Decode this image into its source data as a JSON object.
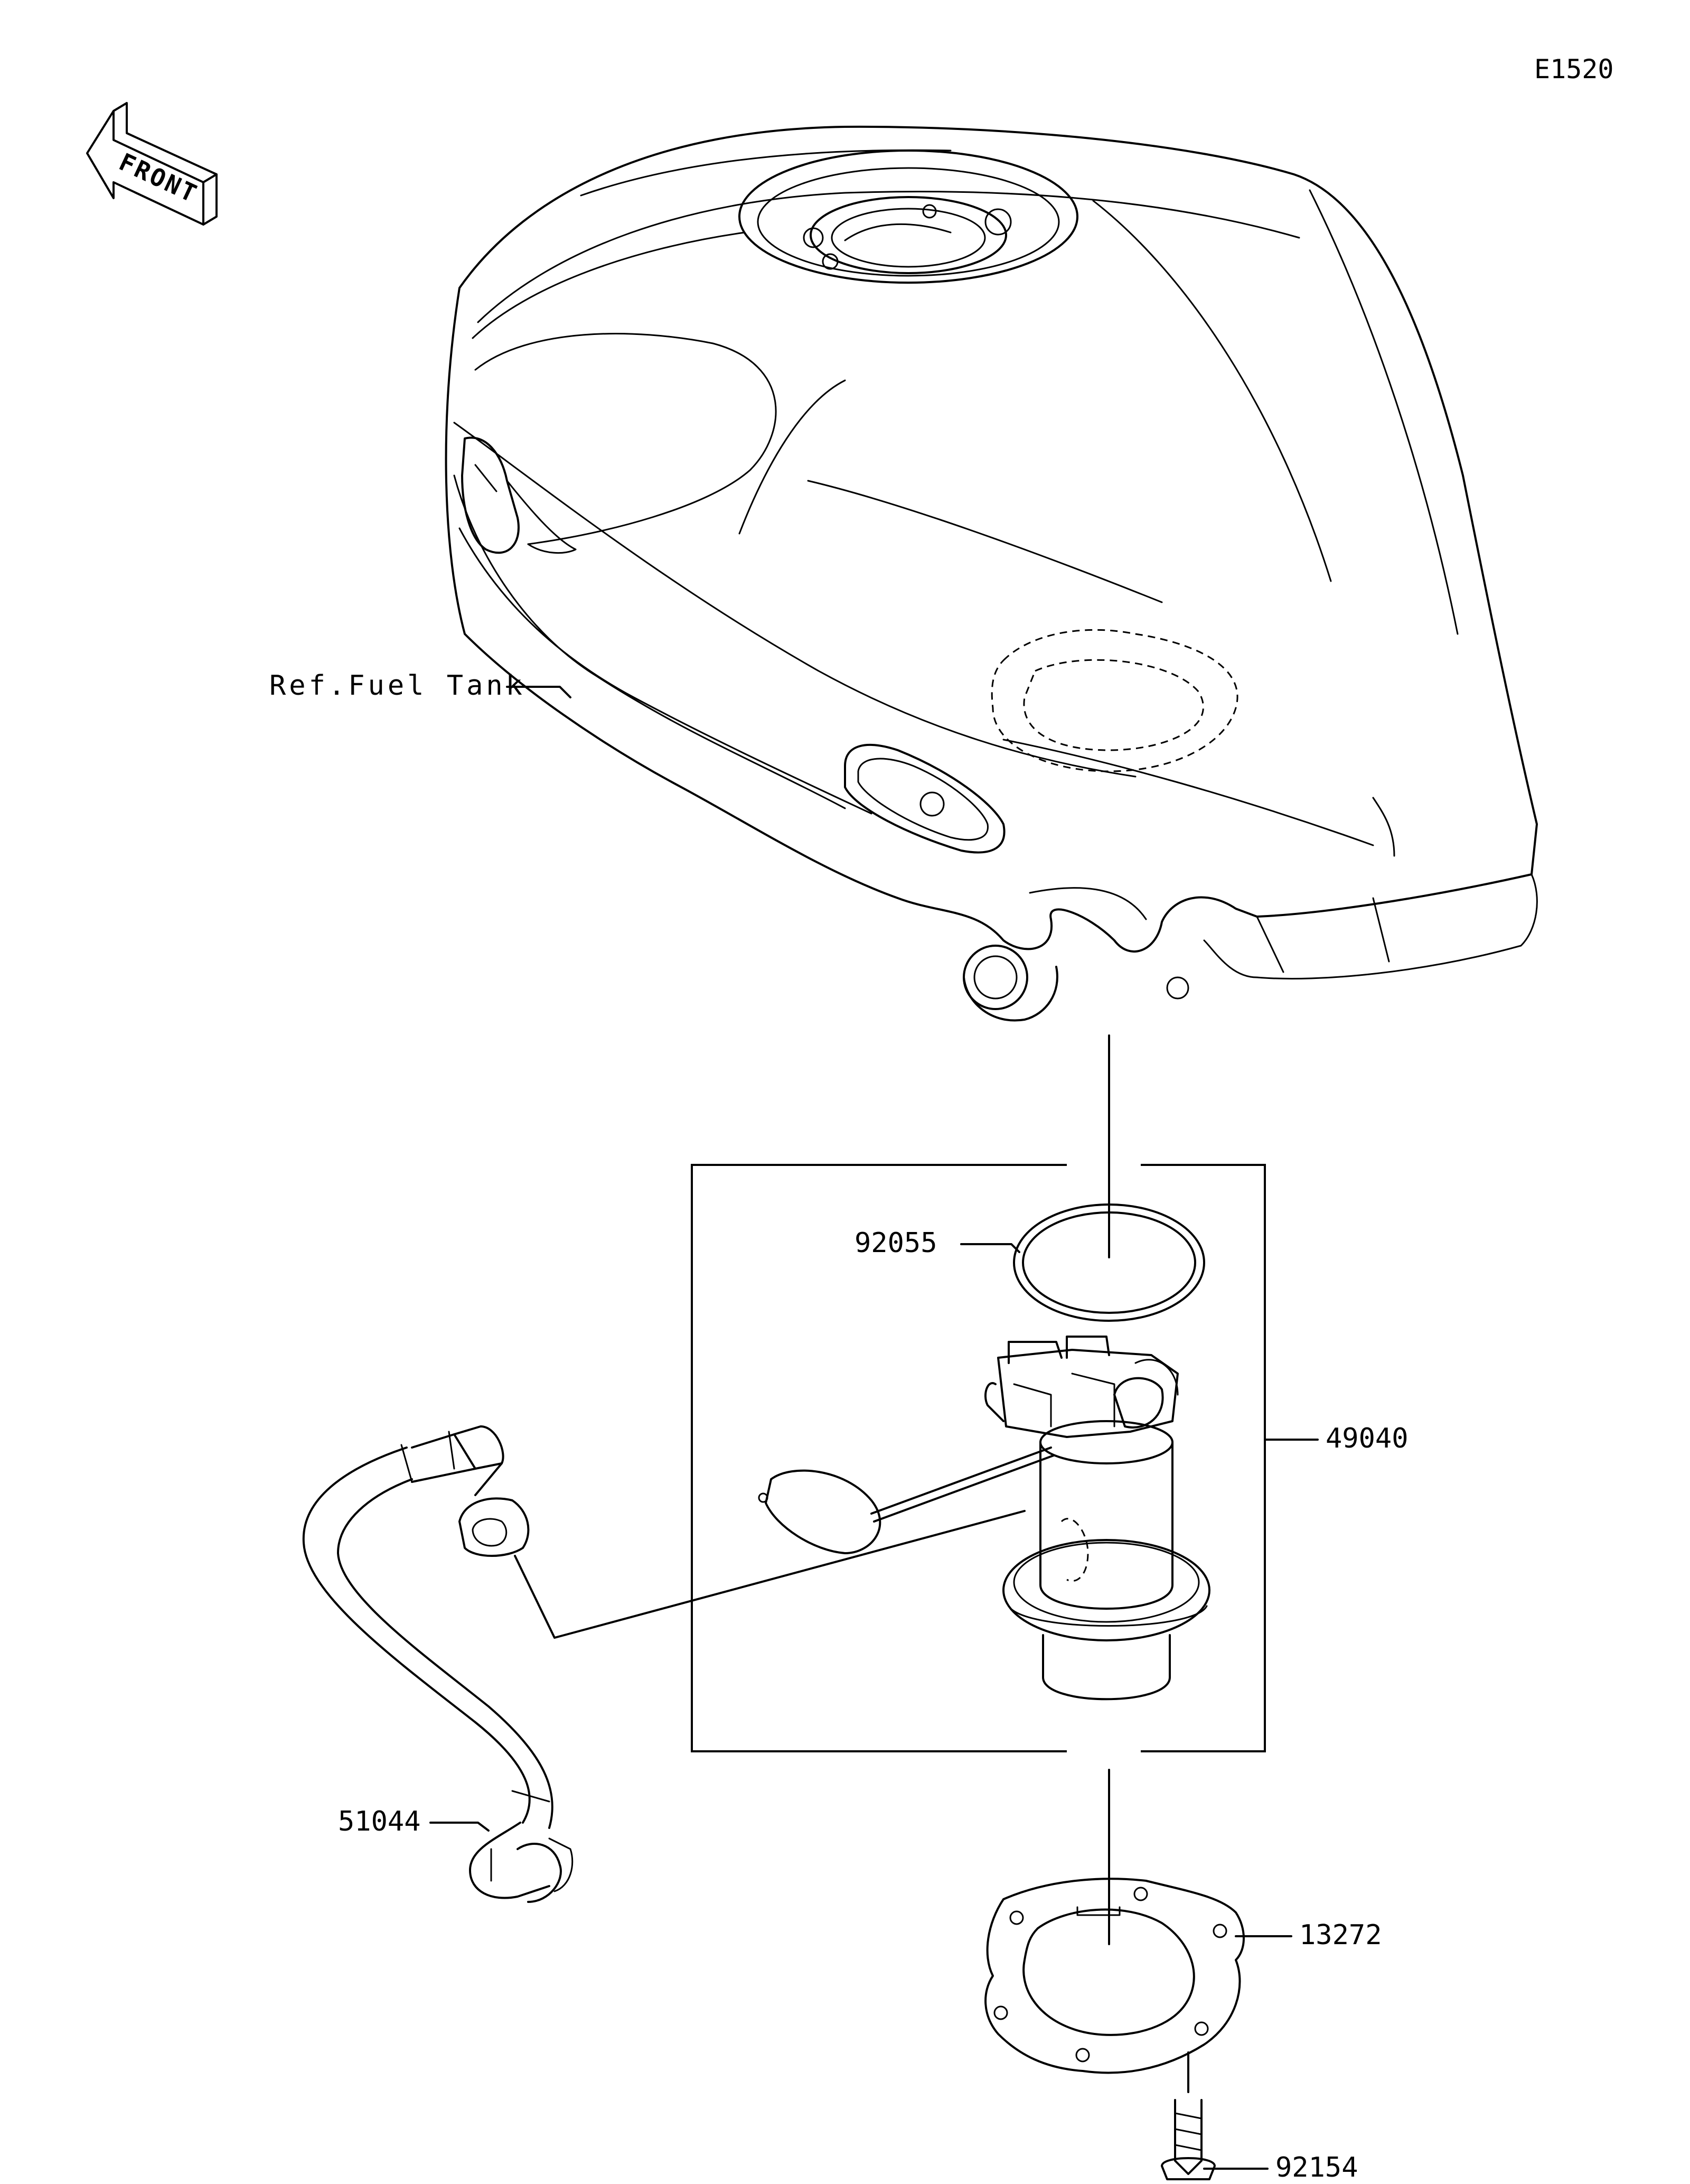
{
  "diagram_code": "E1520",
  "front_arrow": {
    "label": "FRONT",
    "icon": "front-direction-arrow-icon"
  },
  "reference_label": "Ref.Fuel Tank",
  "parts": [
    {
      "number": "92055",
      "part": "o-ring"
    },
    {
      "number": "49040",
      "part": "fuel-pump-assembly"
    },
    {
      "number": "51044",
      "part": "fuel-hose"
    },
    {
      "number": "13272",
      "part": "plate"
    },
    {
      "number": "92154",
      "part": "bolt"
    }
  ]
}
